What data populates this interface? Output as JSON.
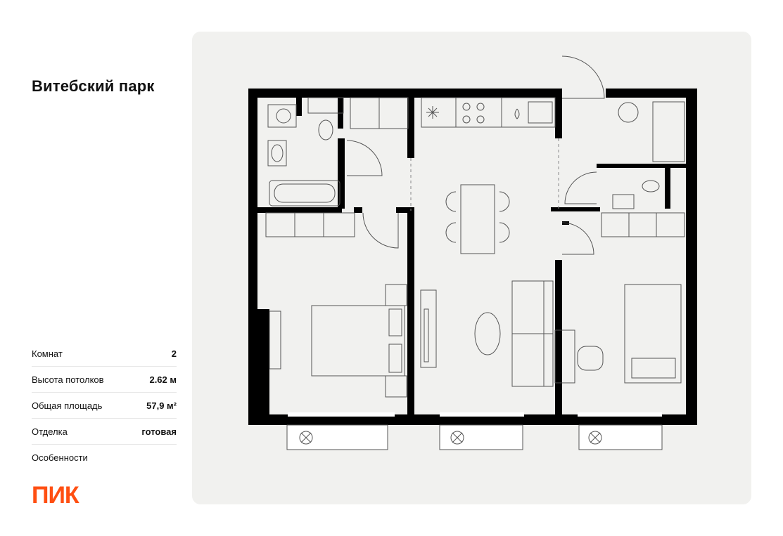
{
  "project": {
    "title": "Витебский парк"
  },
  "specs": [
    {
      "label": "Комнат",
      "value": "2"
    },
    {
      "label": "Высота потолков",
      "value": "2.62 м"
    },
    {
      "label": "Общая площадь",
      "value": "57,9 м²"
    },
    {
      "label": "Отделка",
      "value": "готовая"
    },
    {
      "label": "Особенности",
      "value": ""
    }
  ],
  "brand": {
    "logo": "ПИК",
    "color": "#ff4f12"
  },
  "plan": {
    "icons": [
      "bed-icon",
      "fan-icon",
      "toilet-icon",
      "bathtub-icon",
      "sink-icon",
      "stove-icon",
      "fridge-icon",
      "table-icon",
      "chair-icon",
      "sofa-icon",
      "wardrobe-icon",
      "door-icon",
      "window-icon"
    ],
    "wall_color": "#000000",
    "background": "#f1f1ef"
  }
}
